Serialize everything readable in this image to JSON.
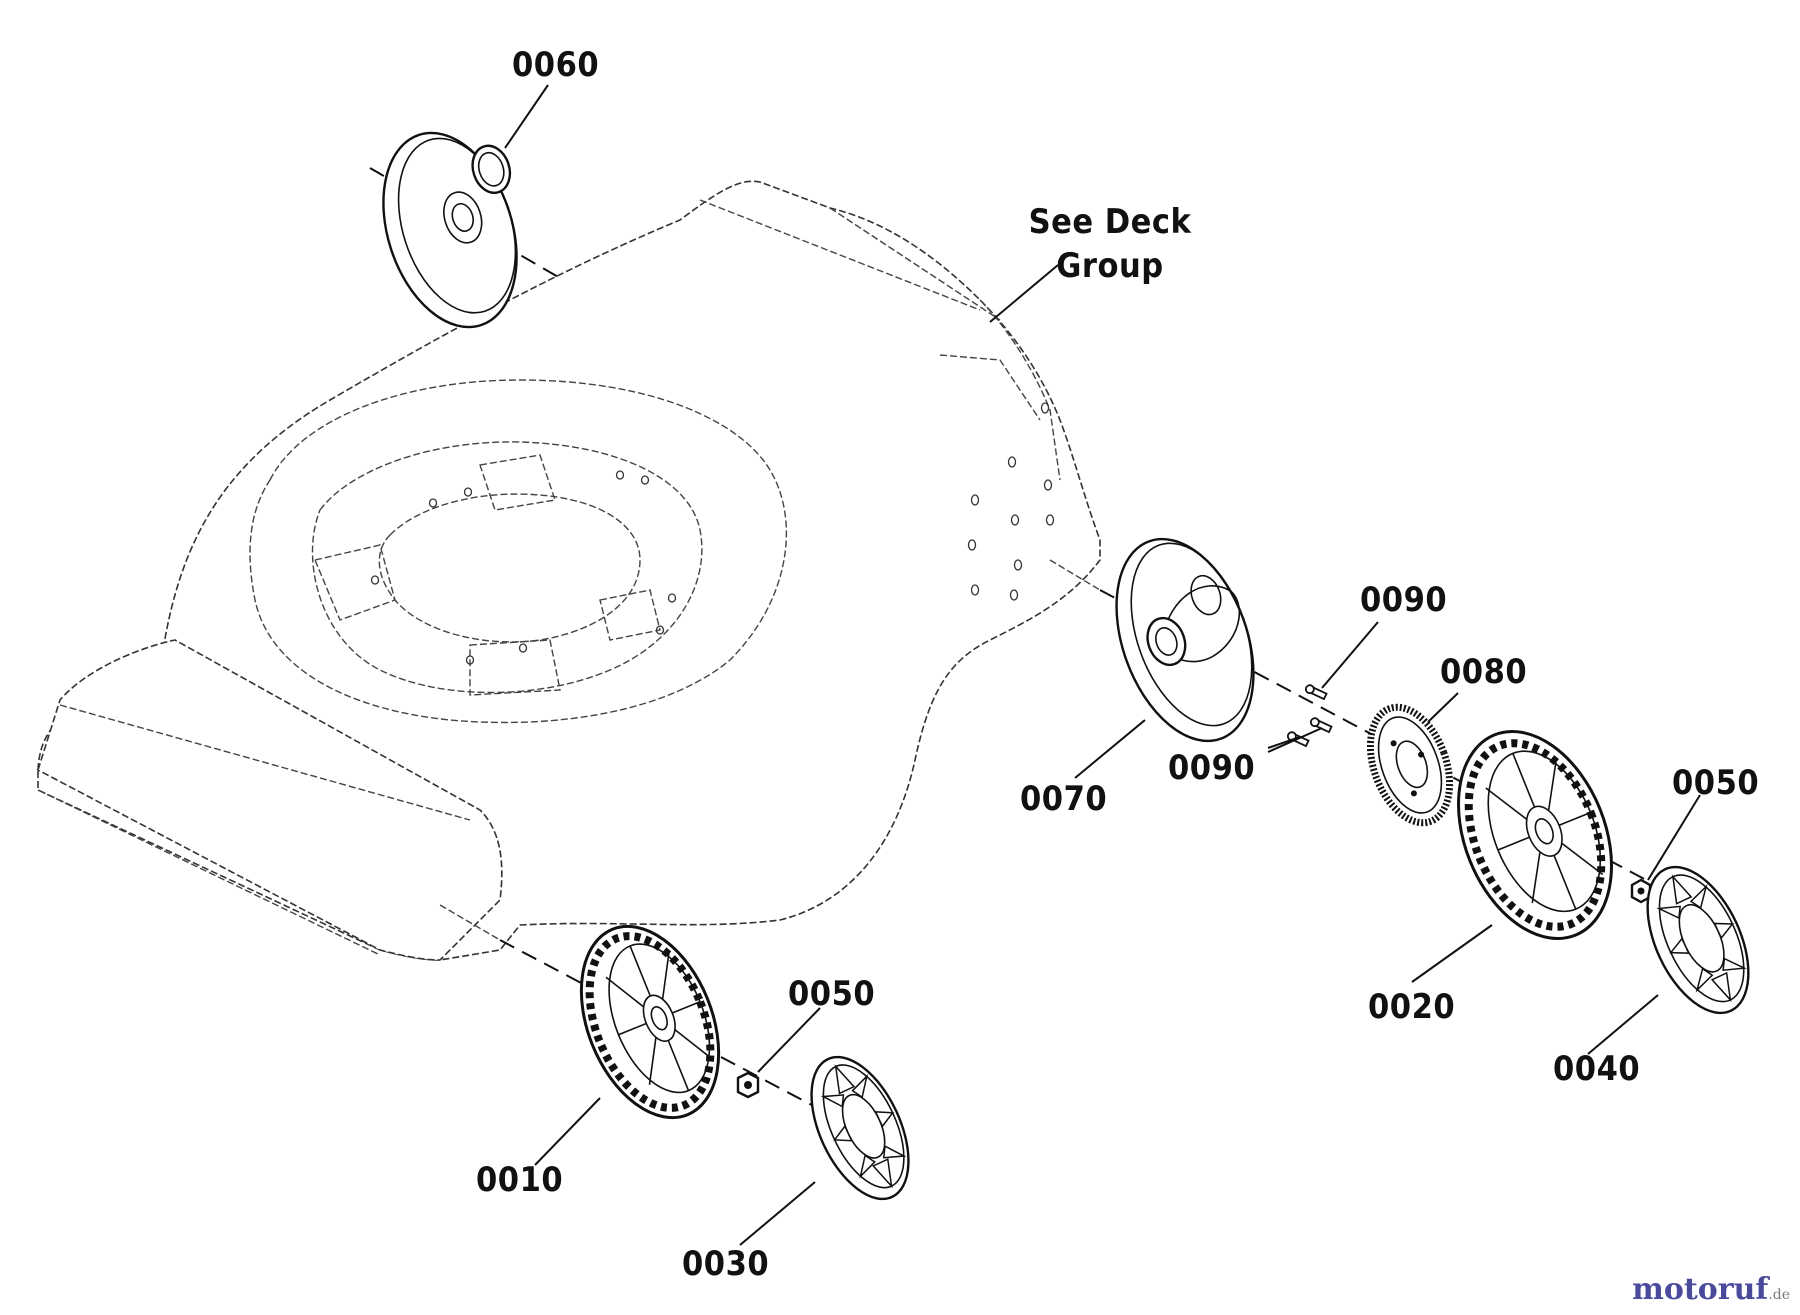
{
  "diagram": {
    "part_labels": [
      {
        "id": "p0060",
        "text": "0060"
      },
      {
        "id": "p0070",
        "text": "0070"
      },
      {
        "id": "p0090a",
        "text": "0090"
      },
      {
        "id": "p0090b",
        "text": "0090"
      },
      {
        "id": "p0080",
        "text": "0080"
      },
      {
        "id": "p0050r",
        "text": "0050"
      },
      {
        "id": "p0020",
        "text": "0020"
      },
      {
        "id": "p0040",
        "text": "0040"
      },
      {
        "id": "p0050l",
        "text": "0050"
      },
      {
        "id": "p0010",
        "text": "0010"
      },
      {
        "id": "p0030",
        "text": "0030"
      }
    ],
    "deck_note": {
      "line1": "See Deck",
      "line2": "Group"
    }
  },
  "watermark": {
    "main": "motoruf",
    "suffix": ".de",
    "color": "#4a4a9c"
  }
}
